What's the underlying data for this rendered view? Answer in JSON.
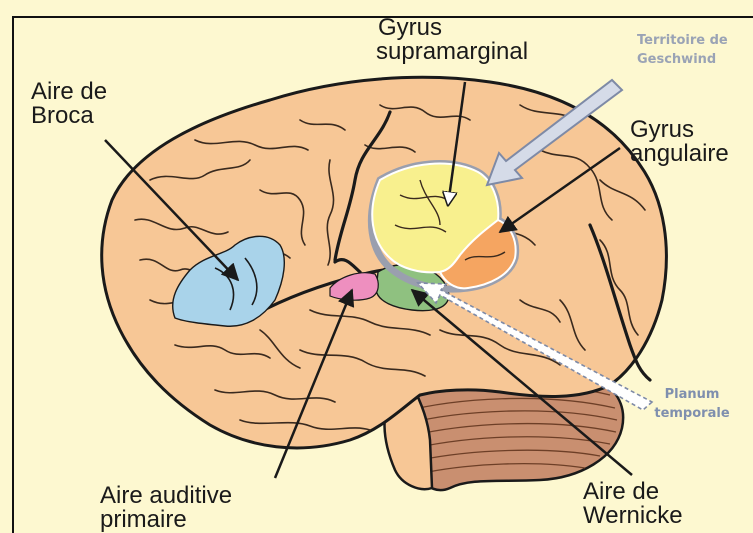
{
  "labels": {
    "broca": [
      "Aire de",
      "Broca"
    ],
    "supramarginal": [
      "Gyrus",
      "supramarginal"
    ],
    "angulaire": [
      "Gyrus",
      "angulaire"
    ],
    "auditive": [
      "Aire auditive",
      "primaire"
    ],
    "wernicke": [
      "Aire de",
      "Wernicke"
    ],
    "geschwind": [
      "Territoire de",
      "Geschwind"
    ],
    "planum": [
      "Planum",
      "temporale"
    ]
  },
  "colors": {
    "background": "#fdf8d0",
    "brain": "#f7c796",
    "outline": "#1a1a1a",
    "broca": "#a9d3ea",
    "supramarginal": "#f8f08e",
    "angulaire": "#f5a561",
    "auditive": "#ee8fbf",
    "wernicke": "#8fc180",
    "cerebellum": "#c98f70",
    "pointer": "#d5dbe8",
    "pointer_stroke": "#7e8aa6"
  }
}
